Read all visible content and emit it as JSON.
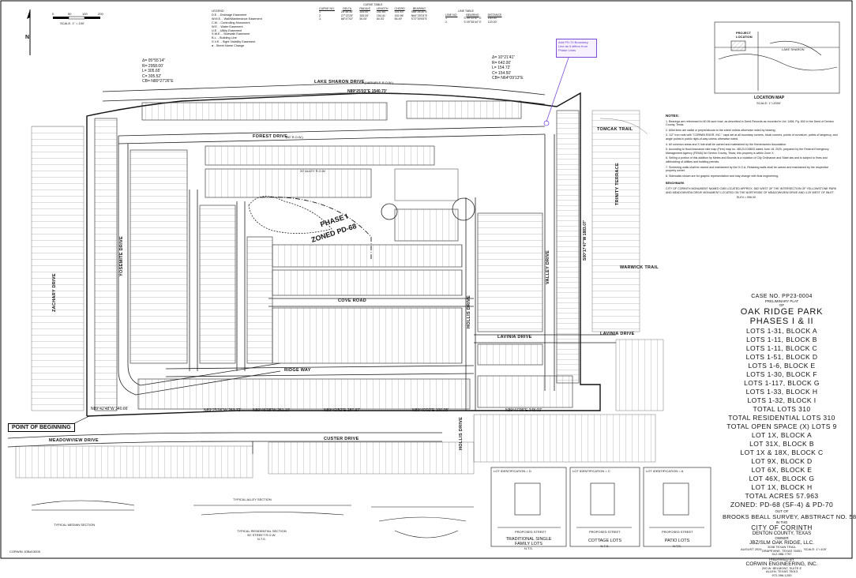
{
  "scale": {
    "label": "SCALE: 1\" = 100'",
    "ticks": [
      "0",
      "50",
      "100",
      "200"
    ]
  },
  "north": "N",
  "legend": {
    "title": "LEGEND",
    "items": [
      "D.E. - Drainage Easement",
      "W.M.E. - Wall/Maintenance Easement",
      "C.M. - Controlling Monument",
      "W.E. - Water Easement",
      "U.E. - Utility Easement",
      "S.W.E. - Sidewalk Easement",
      "B.L. - Building Line",
      "S.V.E. - Sight Visibility Easement",
      "● - Street Name Change"
    ]
  },
  "curve_table": {
    "title": "CURVE TABLE",
    "headers": [
      "CURVE NO.",
      "DELTA",
      "RADIUS",
      "LENGTH",
      "CHORD",
      "BEARING"
    ],
    "rows": [
      [
        "1.",
        "26°56'36\"",
        "325.00'",
        "152.84'",
        "151.43'",
        "S88°26'30\"E"
      ],
      [
        "2.",
        "27°13'25\"",
        "325.00'",
        "154.41'",
        "152.96'",
        "N64°25'24\"E"
      ],
      [
        "3.",
        "68°47'02\"",
        "50.00'",
        "60.03'",
        "56.49'",
        "S72°39'05\"E"
      ]
    ]
  },
  "line_table": {
    "title": "LINE TABLE",
    "headers": [
      "LINE NO.",
      "BEARING",
      "DISTANCE"
    ],
    "rows": [
      [
        "1.",
        "S 09°22'57\" E",
        "150.00'"
      ],
      [
        "2.",
        "S 09°35'44\" E",
        "120.00'"
      ]
    ]
  },
  "curve_left": [
    "Δ= 05°55'14\"",
    "R= 2958.00'",
    "L= 305.65'",
    "C= 305.52'",
    "CB= N80°27'26\"E"
  ],
  "curve_right": [
    "Δ= 10°21'41\"",
    "R= 642.00'",
    "L= 154.72'",
    "C= 154.50'",
    "CB= N64°09'13\"E"
  ],
  "callout": "Add PD-70 Boundary Line as it differs from Phase Lines",
  "streets": {
    "lake_sharon": "LAKE SHARON DRIVE",
    "lake_sharon_sub": "(VARIABLE R.O.W.)",
    "forest": "FOREST DRIVE",
    "row50": "(50' R.O.W.)",
    "cove": "COVE ROAD",
    "lavinia": "LAVINIA DRIVE",
    "lavinia_east": "LAVINIA DRIVE",
    "ridge": "RIDGE WAY",
    "meadowview": "MEADOWVIEW DRIVE",
    "custer": "CUSTER DRIVE",
    "yosemite": "YOSEMITE DRIVE",
    "hollis": "HOLLIS DRIVE",
    "valley": "VALLEY DRIVE",
    "zachary": "ZACHARY DRIVE",
    "tomcak": "TOMCAK TRAIL",
    "warwick": "WARWICK TRAIL",
    "trinity": "TRINITY TERRACE",
    "alley": "20' ALLEY R.O.W.",
    "hollis_s": "HOLLIS DRIVE"
  },
  "bearings": {
    "north": "N89°25'03\"E 1540.73'",
    "east": "S00°17'47\"W 1883.07'",
    "south1": "N89°42'48\"W 340.66'",
    "south2": "N89°25'06\"W 263.72'",
    "south3": "N89°46'08\"W 261.10'",
    "south4": "N89°42'52\"E 287.97'",
    "south5": "N89°40'02\"E 100.08'",
    "south6": "N89°47'05\"E 348.03'"
  },
  "phase_label": "PHASE I",
  "zoned_label": "ZONED PD-68",
  "point_of_beginning": "POINT OF BEGINNING",
  "location_map": {
    "label": "LOCATION MAP",
    "scale": "SCALE: 1\"=2000'",
    "project": "PROJECT LOCATION",
    "lake": "LAKE SHARON"
  },
  "notes": {
    "title": "NOTES:",
    "items": [
      "1. Bearings are referenced to 60.96 acre tract, as described in Deed Records as recorded in Vol. 1456, Pg. 600 in the Deed of Denton County, Texas.",
      "2. Alllot lines are radial or perpendicular to the street unless otherwise noted by bearing.",
      "3. 1/2\" Iron rods with \"CORWIN ENGR. INC.\" caps set at all boundary corners, block corners, points of curvature, points of tangency, and angle points in public right-of-way unless otherwise noted.",
      "4. All common areas and X lots shall be owned and maintained by the Homeowners Association.",
      "5. According to flood insurance rate map (Firm) map no. 48121C0380G dated June 18, 2020, prepared by the Federal Emergency Management Agency (FEMA) for Denton County, Texas, this property is within Zone X.",
      "6. Selling a portion of this addition by Metes and Bounds is a violation of City Ordinance and State law and is subject to fines and withholding of utilities and building permits.",
      "7. Screening walls shall be owned and maintained by the H.O.A. Retaining walls shall be owned and maintained by the respective property owner.",
      "8. Sidewalks shown are for graphic representation and may change with final engineering."
    ]
  },
  "benchmark": {
    "title": "BENCHMARK",
    "text": "CITY OF CORINTH MONUMENT NAMED CM5 LOCATED APPROX. 560' WEST OF THE INTERSECTION OF YELLOWSTONE PARK AND MEADOWVIEW DRIVE MONUMENT LOCATED ON THE NORTHSIDE OF MEADOWVIEW DRIVE AND 4.25' WEST OF INLET.",
    "elev": "ELEV.= 596.00"
  },
  "title_block": {
    "case": "CASE NO. PP23-0004",
    "doc_type": "PRELIMINARY PLAT",
    "of": "OF",
    "name": "OAK RIDGE PARK",
    "phases": "PHASES I & II",
    "lots": [
      "LOTS 1-31, BLOCK A",
      "LOTS 1-11, BLOCK B",
      "LOTS 1-11, BLOCK C",
      "LOTS 1-51, BLOCK D",
      "LOTS 1-6, BLOCK E",
      "LOTS 1-30, BLOCK F",
      "LOTS 1-117, BLOCK G",
      "LOTS 1-33, BLOCK H",
      "LOTS 1-32, BLOCK I",
      "TOTAL LOTS 310",
      "TOTAL RESIDENTIAL LOTS 310",
      "TOTAL OPEN SPACE (X) LOTS 9",
      "LOT 1X, BLOCK A",
      "LOT 31X, BLOCK B",
      "LOT 1X & 18X, BLOCK C",
      "LOT 9X, BLOCK D",
      "LOT 6X, BLOCK E",
      "LOT 46X, BLOCK G",
      "LOT 1X, BLOCK H",
      "TOTAL ACRES 57.963",
      "ZONED: PD-68 (SF-4) & PD-70"
    ],
    "out_of": "OUT OF",
    "survey": "BROOKS BEALL SURVEY, ABSTRACT NO. 58",
    "in_the": "IN THE",
    "city": "CITY OF CORINTH",
    "county": "DENTON COUNTY, TEXAS",
    "owner_label": "OWNER",
    "owner": "JBZ/SLM OAK RIDGE, LLC.",
    "owner_addr": [
      "3038 TEXAN TRAIL",
      "GRAPEVINE, TEXAS 76051",
      "512-988-7797"
    ],
    "prepared_label": "PREPARED BY",
    "engineer": "CORWIN ENGINEERING, INC.",
    "engineer_addr": [
      "200 W. BELMONT, SUITE E",
      "ALLEN, TEXAS 75013",
      "972-396-1200"
    ],
    "date": "AUGUST 2024",
    "scale": "SCALE: 1\"=100'"
  },
  "details": {
    "lot_id": "LOT IDENTIFICATION = D",
    "lot_id_b": "LOT IDENTIFICATION = C",
    "lot_id_c": "LOT IDENTIFICATION = A",
    "proposed": "PROPOSED STREET",
    "traditional": [
      "TRADITIONAL SINGLE",
      "FAMILY LOTS",
      "N.T.S."
    ],
    "cottage": [
      "COTTAGE LOTS",
      "N.T.S."
    ],
    "patio": [
      "PATIO LOTS",
      "N.T.S."
    ],
    "typical_alley": "TYPICAL ALLEY SECTION",
    "typical_resid": [
      "TYPICAL RESIDENTIAL SECTION",
      "50' STREET R.O.W.",
      "N.T.S."
    ],
    "typical_median": "TYPICAL MEDIAN SECTION",
    "job": "CORWIN JOB#13005"
  },
  "colors": {
    "line": "#1a1a1a",
    "callout": "#7b4ad6",
    "street_fill": "#ffffff"
  }
}
